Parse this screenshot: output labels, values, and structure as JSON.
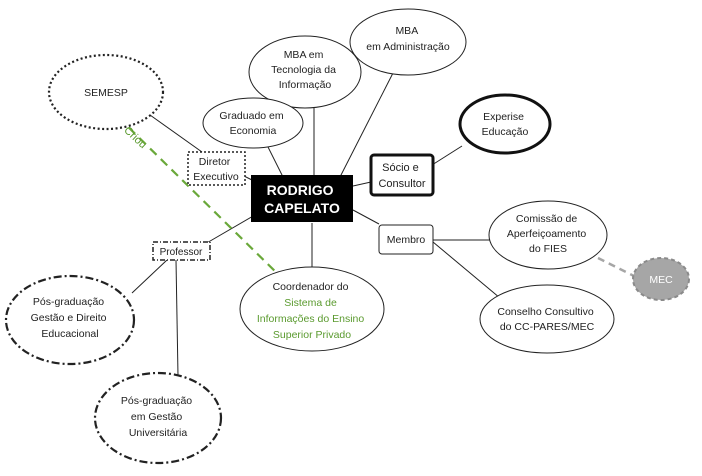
{
  "colors": {
    "accent_green": "#5a9a2e",
    "center_fill": "#000000",
    "mec_fill": "#a6a6a6"
  },
  "nodes": {
    "center": {
      "lines": [
        "RODRIGO",
        "CAPELATO"
      ]
    },
    "mba_admin": {
      "lines": [
        "MBA",
        "em Administração"
      ]
    },
    "mba_ti": {
      "lines": [
        "MBA em",
        "Tecnologia da",
        "Informação"
      ]
    },
    "graduado": {
      "lines": [
        "Graduado em",
        "Economia"
      ]
    },
    "semesp": {
      "lines": [
        "SEMESP"
      ]
    },
    "diretor": {
      "lines": [
        "Diretor",
        "Executivo"
      ]
    },
    "experise": {
      "lines": [
        "Experise",
        "Educação"
      ]
    },
    "socio": {
      "lines": [
        "Sócio e",
        "Consultor"
      ]
    },
    "membro": {
      "lines": [
        "Membro"
      ]
    },
    "comissao": {
      "lines": [
        "Comissão de",
        "Aperfeiçoamento",
        "do FIES"
      ]
    },
    "mec": {
      "lines": [
        "MEC"
      ]
    },
    "conselho": {
      "lines": [
        "Conselho Consultivo",
        "do CC-PARES/MEC"
      ]
    },
    "professor": {
      "lines": [
        "Professor"
      ]
    },
    "coordenador": {
      "line1": "Coordenador do",
      "lines_green": [
        "Sistema de",
        "Informações do Ensino",
        "Superior Privado"
      ]
    },
    "pos_gestao_direito": {
      "lines": [
        "Pós-graduação",
        "Gestão e Direito",
        "Educacional"
      ]
    },
    "pos_gestao_univ": {
      "lines": [
        "Pós-graduação",
        "em Gestão",
        "Universitária"
      ]
    }
  },
  "edges": {
    "criou_label": "Criou"
  }
}
